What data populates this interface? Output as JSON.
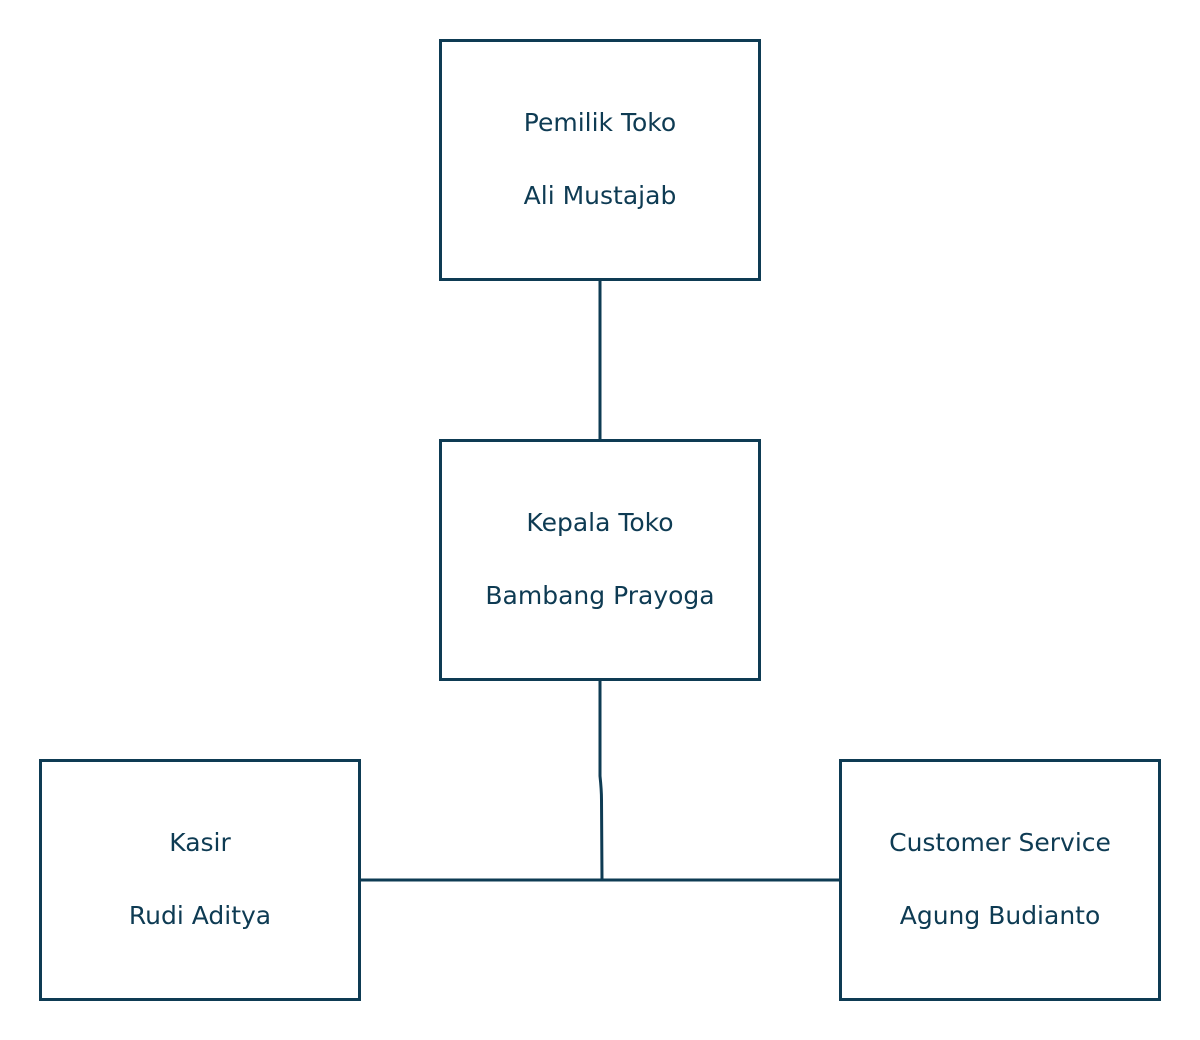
{
  "diagram": {
    "line_color": "#0e3b53",
    "nodes": {
      "owner": {
        "role": "Pemilik Toko",
        "name": "Ali Mustajab"
      },
      "head": {
        "role": "Kepala Toko",
        "name": "Bambang Prayoga"
      },
      "cashier": {
        "role": "Kasir",
        "name": "Rudi Aditya"
      },
      "cs": {
        "role": "Customer Service",
        "name": "Agung Budianto"
      }
    },
    "edges": [
      {
        "from": "Pemilik Toko",
        "to": "Kepala Toko"
      },
      {
        "from": "Kepala Toko",
        "to": "Kasir"
      },
      {
        "from": "Kepala Toko",
        "to": "Customer Service"
      }
    ]
  }
}
